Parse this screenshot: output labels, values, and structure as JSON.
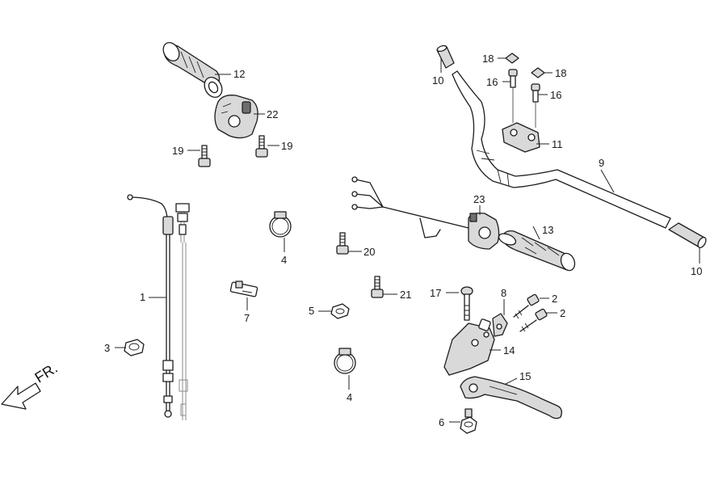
{
  "direction_label": "FR.",
  "callouts": {
    "c1": "1",
    "c2a": "2",
    "c2b": "2",
    "c3": "3",
    "c4a": "4",
    "c4b": "4",
    "c5": "5",
    "c6": "6",
    "c7": "7",
    "c8": "8",
    "c9": "9",
    "c10a": "10",
    "c10b": "10",
    "c11": "11",
    "c12": "12",
    "c13": "13",
    "c14": "14",
    "c15": "15",
    "c16a": "16",
    "c16b": "16",
    "c17": "17",
    "c18a": "18",
    "c18b": "18",
    "c19a": "19",
    "c19b": "19",
    "c20": "20",
    "c21": "21",
    "c22": "22",
    "c23": "23"
  }
}
